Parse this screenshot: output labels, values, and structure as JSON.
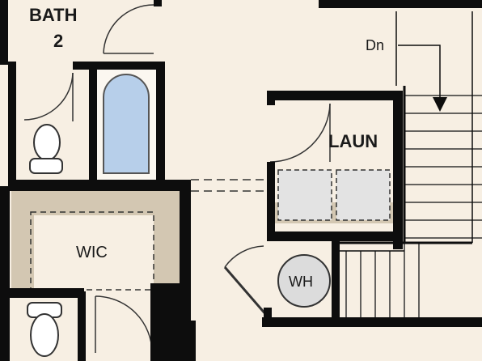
{
  "rooms": {
    "bath2_line1": "BATH",
    "bath2_line2": "2",
    "laundry": "LAUN",
    "wic": "WIC",
    "water_heater": "WH"
  },
  "stairs": {
    "direction_label": "Dn"
  },
  "colors": {
    "floor": "#f7efe3",
    "wall": "#0d0d0d",
    "closet_shelf": "#d3c7b2",
    "tub": "#b7cfea",
    "tub_outline": "#555555",
    "washer_dryer": "#e3e3e3",
    "water_heater": "#dcdcdc"
  }
}
